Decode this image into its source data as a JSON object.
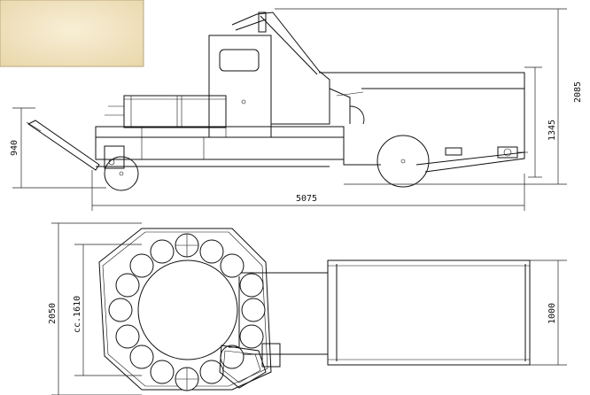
{
  "dimensions": {
    "height_total": "2085",
    "height_body": "1345",
    "height_drawbar": "940",
    "length_total": "5075",
    "width_total": "2050",
    "ring_diameter": "cc.1610",
    "conveyor_width": "1000"
  },
  "colors": {
    "paper_swatch": "#f3e6c4",
    "line": "#111111"
  }
}
